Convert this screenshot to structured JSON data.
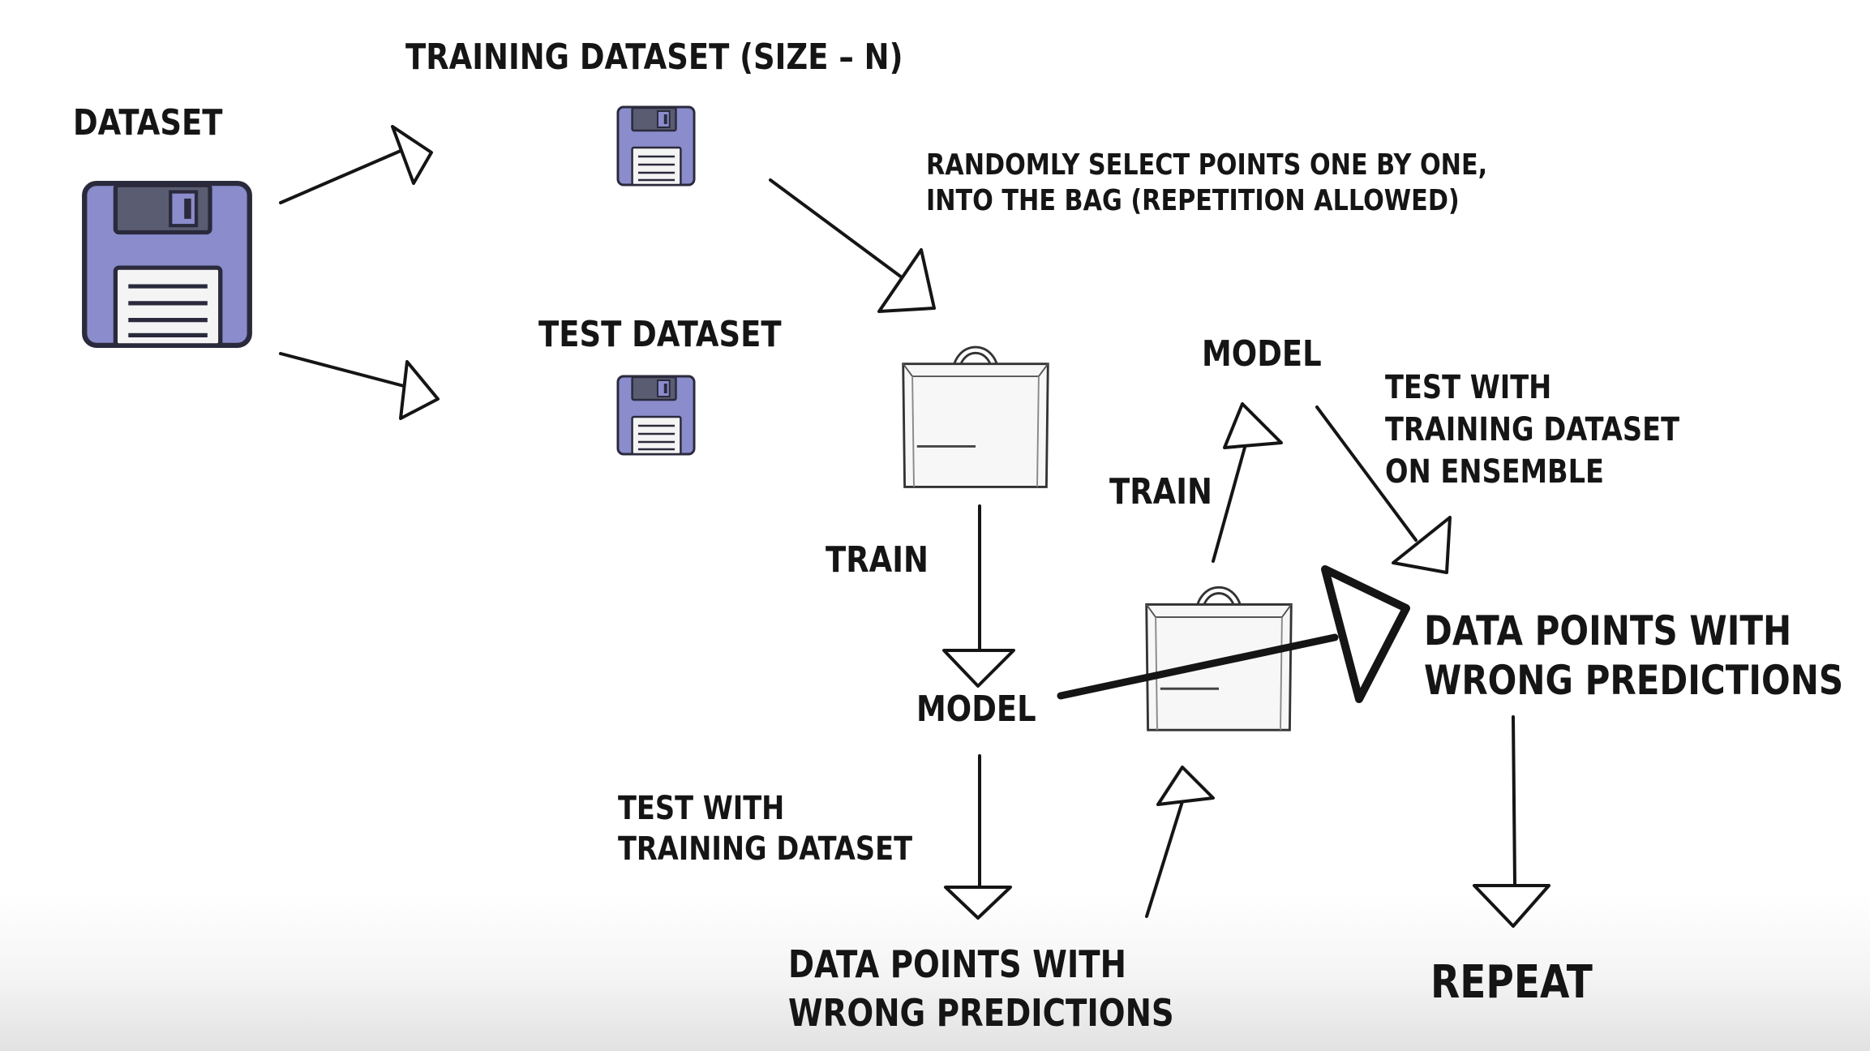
{
  "labels": {
    "dataset": "DATASET",
    "training_dataset": "TRAINING DATASET (SIZE – N)",
    "test_dataset": "TEST DATASET",
    "random_select": [
      "RANDOMLY SELECT POINTS ONE BY ONE,",
      "INTO THE BAG (REPETITION ALLOWED)"
    ],
    "train_1": "TRAIN",
    "model_1": "MODEL",
    "test_with_training": [
      "TEST WITH",
      "TRAINING DATASET"
    ],
    "wrong_predictions_1": [
      "DATA POINTS WITH",
      "WRONG PREDICTIONS"
    ],
    "train_2": "TRAIN",
    "model_2": "MODEL",
    "test_with_ensemble": [
      "TEST WITH",
      "TRAINING DATASET",
      "ON ENSEMBLE"
    ],
    "wrong_predictions_2": [
      "DATA POINTS WITH",
      "WRONG PREDICTIONS"
    ],
    "repeat": "REPEAT"
  },
  "icons": {
    "dataset": "floppy-disk-icon",
    "training_dataset": "floppy-disk-icon",
    "test_dataset": "floppy-disk-icon",
    "bag_1": "shopping-bag-icon",
    "bag_2": "shopping-bag-icon"
  },
  "colors": {
    "disk_fill": "#8a8ccc",
    "ink": "#151515",
    "background": "#ffffff"
  }
}
